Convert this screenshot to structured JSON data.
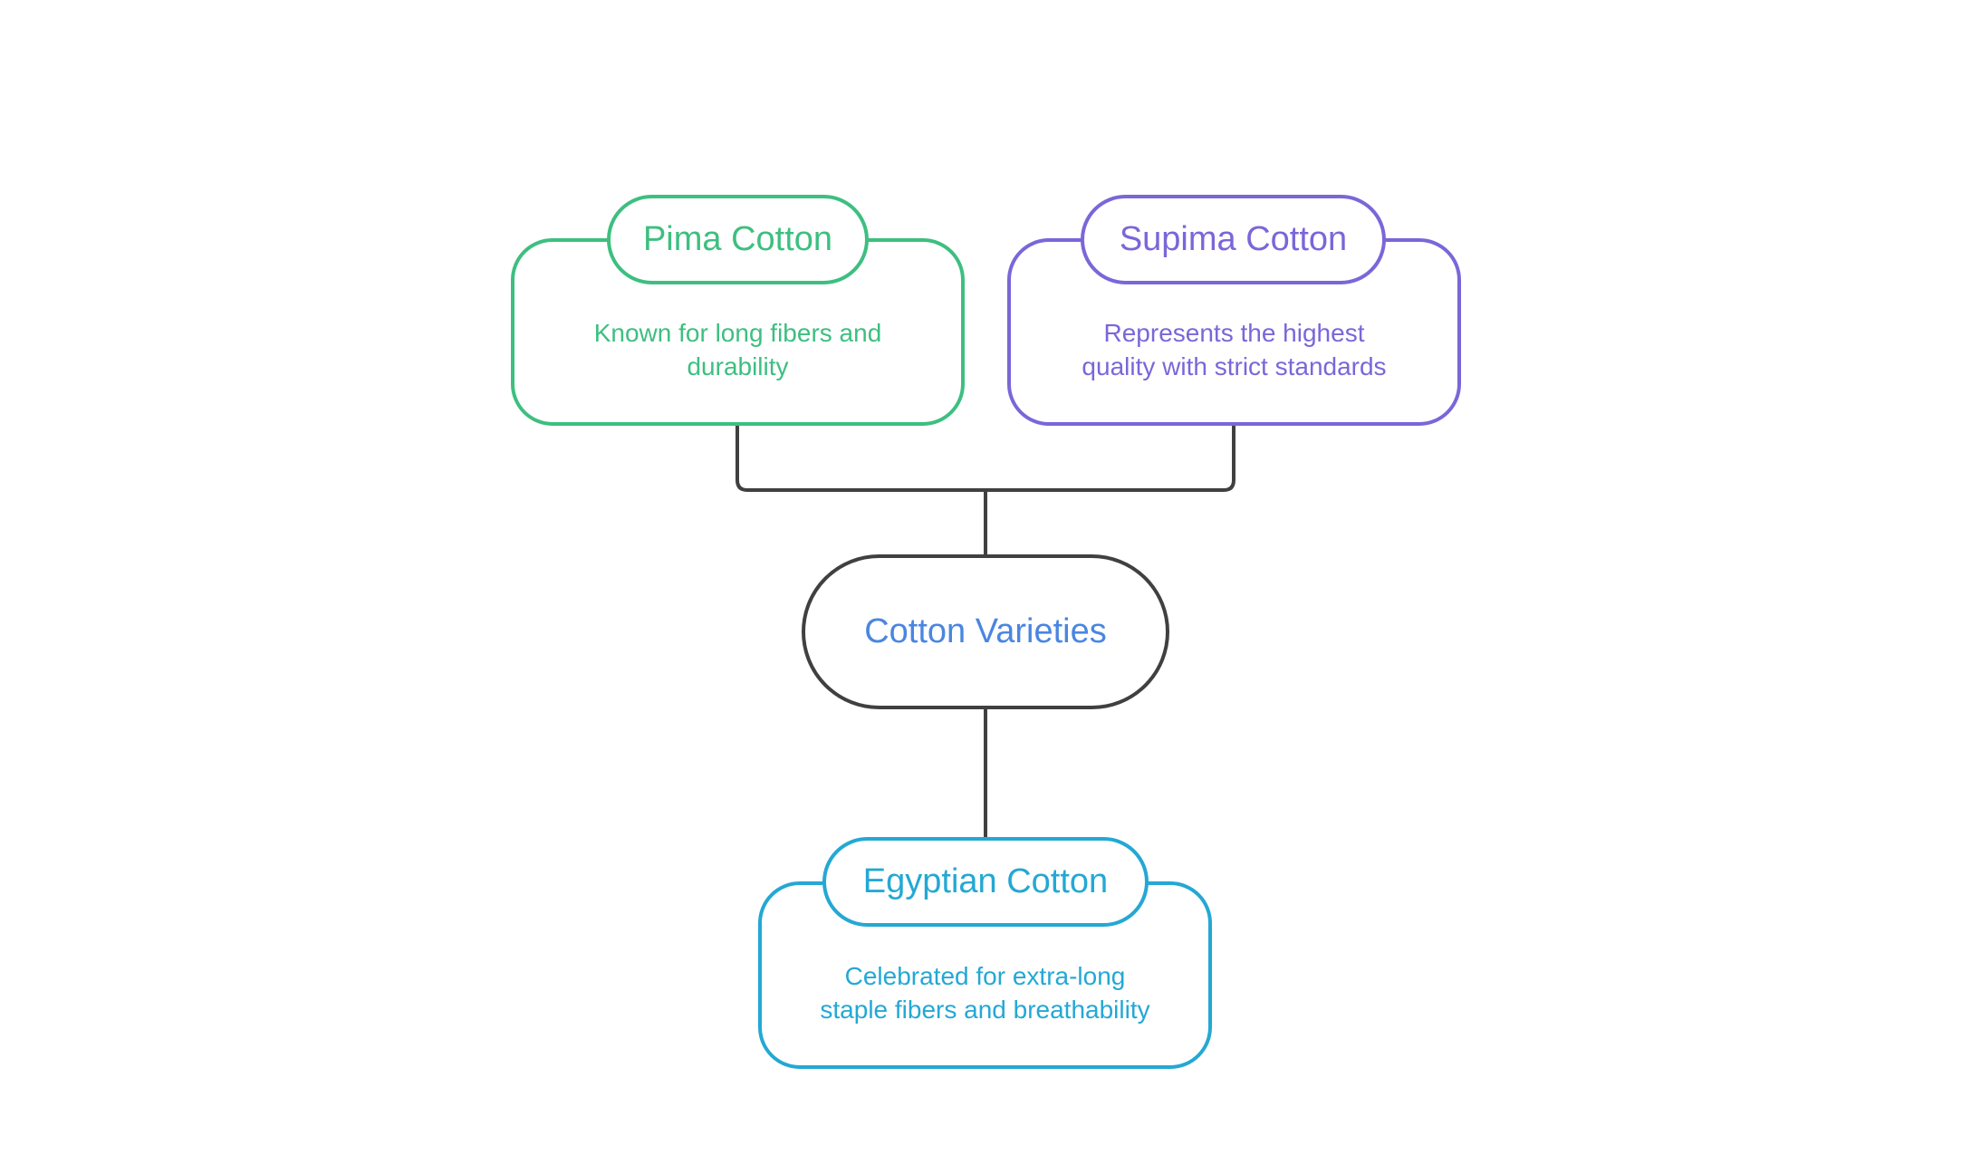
{
  "diagram": {
    "center": {
      "label": "Cotton Varieties",
      "text_color": "#4a86e0",
      "border_color": "#404040"
    },
    "connector_color": "#404040",
    "nodes": [
      {
        "title": "Pima Cotton",
        "description_lines": [
          "Known for long fibers and",
          "durability"
        ],
        "color": "#3dbf80"
      },
      {
        "title": "Supima Cotton",
        "description_lines": [
          "Represents the highest",
          "quality with strict standards"
        ],
        "color": "#7b66d9"
      },
      {
        "title": "Egyptian Cotton",
        "description_lines": [
          "Celebrated for extra-long",
          "staple fibers and breathability"
        ],
        "color": "#24a8d4"
      }
    ]
  }
}
